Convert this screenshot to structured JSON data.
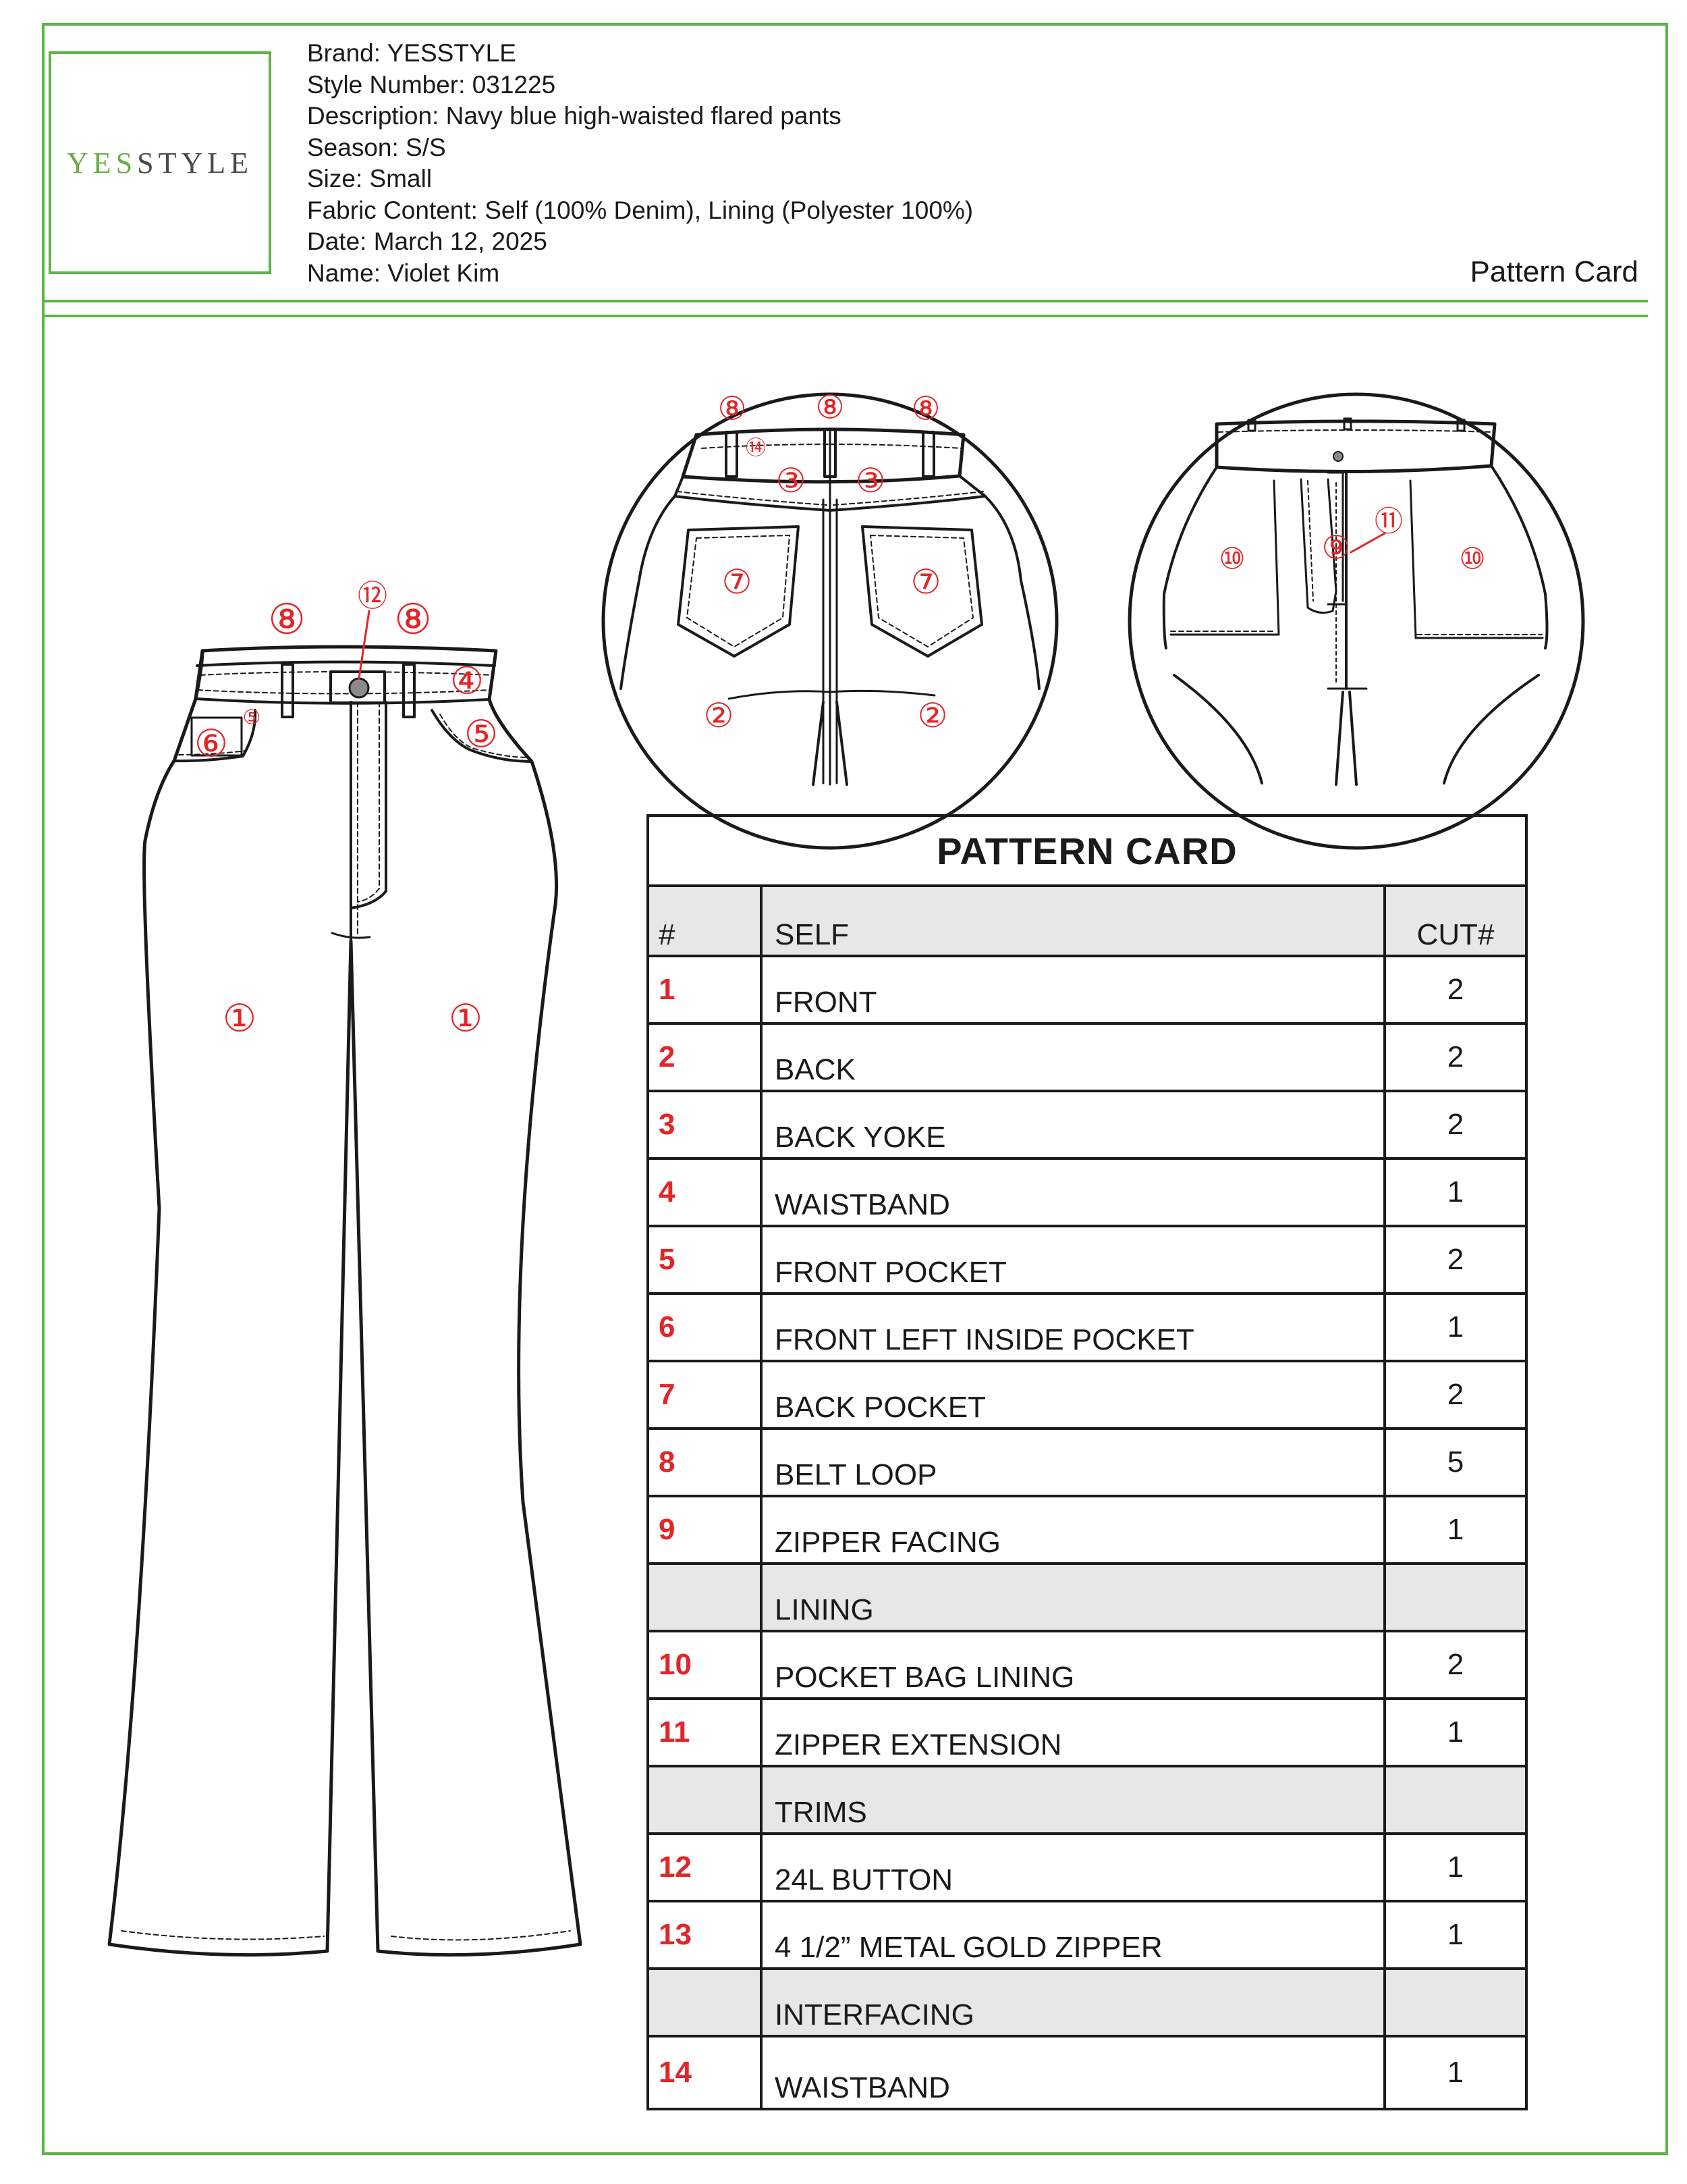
{
  "header": {
    "logo_text_left": "YES",
    "logo_text_right": "STYLE",
    "brand": "Brand: YESSTYLE",
    "style_number": "Style Number: 031225",
    "description": "Description: Navy blue high-waisted flared pants",
    "season": "Season: S/S",
    "size": "Size: Small",
    "fabric": "Fabric Content: Self (100% Denim), Lining (Polyester 100%)",
    "date": "Date: March 12, 2025",
    "name": "Name: Violet Kim",
    "card_label": "Pattern Card"
  },
  "colors": {
    "accent_green": "#5db548",
    "marker_red": "#e32528",
    "table_shade": "#e6e7e6"
  },
  "callouts": {
    "front": [
      "①",
      "①",
      "④",
      "⑤",
      "⑤",
      "⑥",
      "⑧",
      "⑧",
      "⑫"
    ],
    "back": [
      "⑧",
      "⑧",
      "⑧",
      "⑭",
      "③",
      "③",
      "⑦",
      "⑦",
      "②",
      "②"
    ],
    "inside": [
      "⑩",
      "⑩",
      "⑨",
      "⑪"
    ]
  },
  "table": {
    "title": "PATTERN CARD",
    "col_num": "#",
    "col_self": "SELF",
    "col_cut": "CUT#",
    "rows": [
      {
        "num": "1",
        "name": "FRONT",
        "cut": "2"
      },
      {
        "num": "2",
        "name": "BACK",
        "cut": "2"
      },
      {
        "num": "3",
        "name": "BACK YOKE",
        "cut": "2"
      },
      {
        "num": "4",
        "name": "WAISTBAND",
        "cut": "1"
      },
      {
        "num": "5",
        "name": "FRONT POCKET",
        "cut": "2"
      },
      {
        "num": "6",
        "name": "FRONT LEFT INSIDE POCKET",
        "cut": "1"
      },
      {
        "num": "7",
        "name": "BACK POCKET",
        "cut": "2"
      },
      {
        "num": "8",
        "name": "BELT LOOP",
        "cut": "5"
      },
      {
        "num": "9",
        "name": "ZIPPER FACING",
        "cut": "1"
      },
      {
        "num": "10",
        "name": "POCKET BAG LINING",
        "cut": "2"
      },
      {
        "num": "11",
        "name": "ZIPPER EXTENSION",
        "cut": "1"
      },
      {
        "num": "12",
        "name": "24L BUTTON",
        "cut": "1"
      },
      {
        "num": "13",
        "name": "4 1/2” METAL GOLD ZIPPER",
        "cut": "1"
      },
      {
        "num": "14",
        "name": "WAISTBAND",
        "cut": "1"
      }
    ],
    "section_lining": "LINING",
    "section_trims": "TRIMS",
    "section_interfacing": "INTERFACING"
  }
}
